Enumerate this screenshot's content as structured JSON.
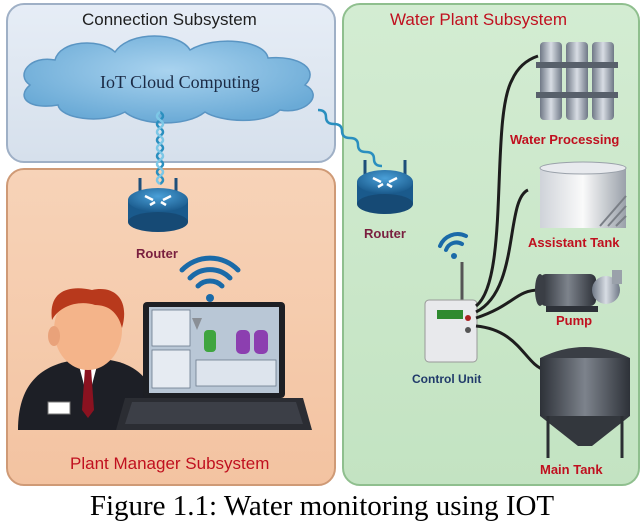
{
  "panels": {
    "connection": "Connection Subsystem",
    "water_plant": "Water Plant Subsystem",
    "plant_manager": "Plant Manager Subsystem"
  },
  "cloud_label": "IoT Cloud Computing",
  "routers": {
    "left": "Router",
    "right": "Router"
  },
  "control_unit": "Control Unit",
  "devices": {
    "water_processing": "Water Processing",
    "assistant_tank": "Assistant Tank",
    "pump": "Pump",
    "main_tank": "Main Tank"
  },
  "caption": "Figure 1.1: Water monitoring using IOT",
  "colors": {
    "connection_panel": "#dfe7f1",
    "plant_panel": "#f5cbae",
    "water_panel": "#cbe8ca",
    "device_label": "#c0101f"
  }
}
